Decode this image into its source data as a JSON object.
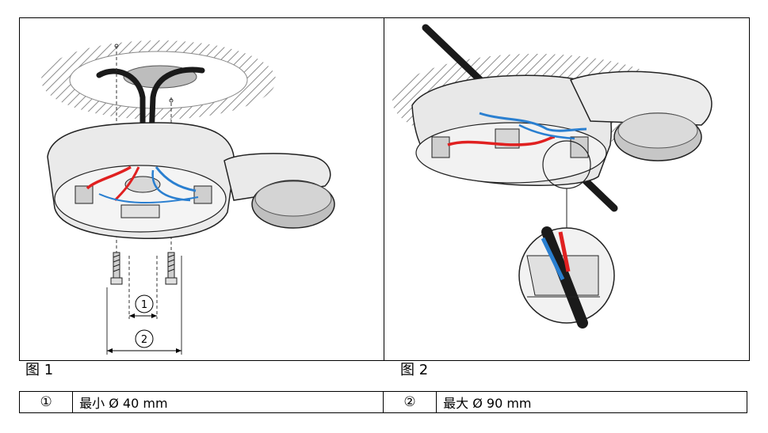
{
  "figures": [
    {
      "caption": "图 1",
      "callouts": [
        "1",
        "2"
      ]
    },
    {
      "caption": "图 2"
    }
  ],
  "legend": [
    {
      "symbol": "①",
      "text": "最小 Ø 40 mm"
    },
    {
      "symbol": "②",
      "text": "最大 Ø 90 mm"
    }
  ],
  "colors": {
    "wire_red": "#e02020",
    "wire_blue": "#2a7fd0",
    "cable": "#1a1a1a",
    "hatch": "#8c8c8c"
  },
  "icons": [
    "mounting-screw-icon",
    "magnifier-detail-icon"
  ]
}
